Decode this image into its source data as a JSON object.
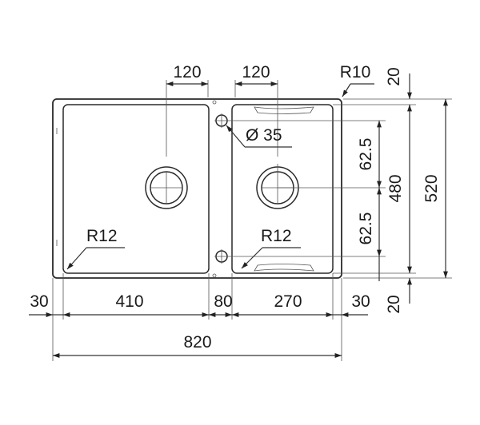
{
  "dimensions": {
    "top_left_120": "120",
    "top_right_120": "120",
    "corner_radius_r10": "R10",
    "top_offset_20": "20",
    "tap_hole_dia": "Ø 35",
    "offset_upper_62_5": "62.5",
    "offset_lower_62_5": "62.5",
    "inner_depth_480": "480",
    "total_depth_520": "520",
    "bowl_radius_left": "R12",
    "bowl_radius_right": "R12",
    "bottom_offset_20": "20",
    "left_rim_30": "30",
    "left_bowl_410": "410",
    "divider_80": "80",
    "right_bowl_270": "270",
    "right_rim_30": "30",
    "total_width_820": "820"
  },
  "colors": {
    "line": "#2a2a2a",
    "text": "#1a1a1a",
    "background": "#ffffff"
  }
}
